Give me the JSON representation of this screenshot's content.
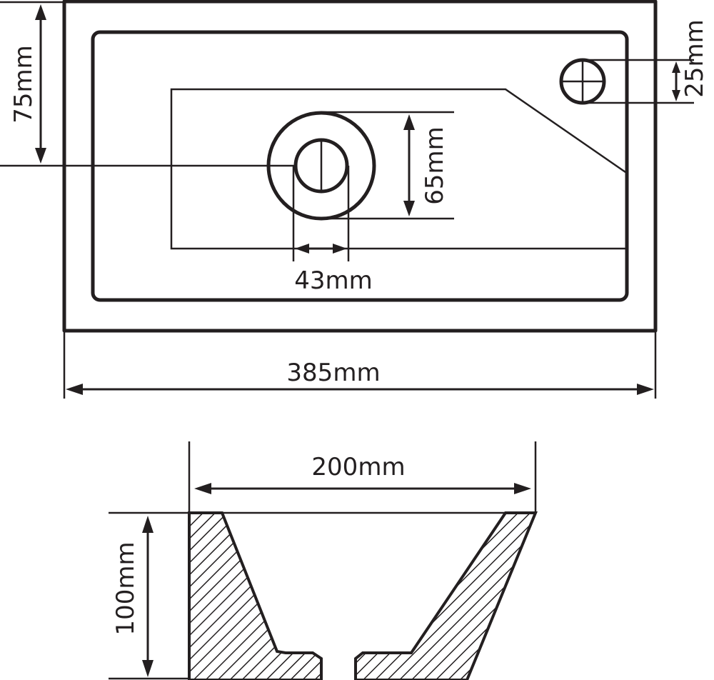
{
  "diagram": {
    "dimensions": {
      "width_385": "385mm",
      "depth_75": "75mm",
      "tap_hole_25": "25mm",
      "drain_ring_65": "65mm",
      "drain_hole_43": "43mm",
      "bowl_width_200": "200mm",
      "height_100": "100mm"
    },
    "colors": {
      "line": "#231f20",
      "background": "#ffffff"
    }
  }
}
